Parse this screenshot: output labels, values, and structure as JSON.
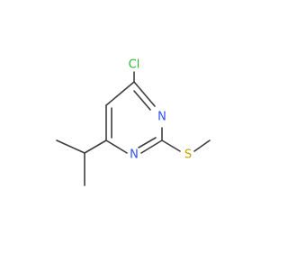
{
  "molecule": {
    "atoms": {
      "chlorine": {
        "label": "Cl",
        "color": "#32b832"
      },
      "nitrogen_top": {
        "label": "N",
        "color": "#3050f8"
      },
      "nitrogen_bottom": {
        "label": "N",
        "color": "#3050f8"
      },
      "sulfur": {
        "label": "S",
        "color": "#c8a000"
      }
    },
    "bond_color": "#3d3d3d"
  }
}
